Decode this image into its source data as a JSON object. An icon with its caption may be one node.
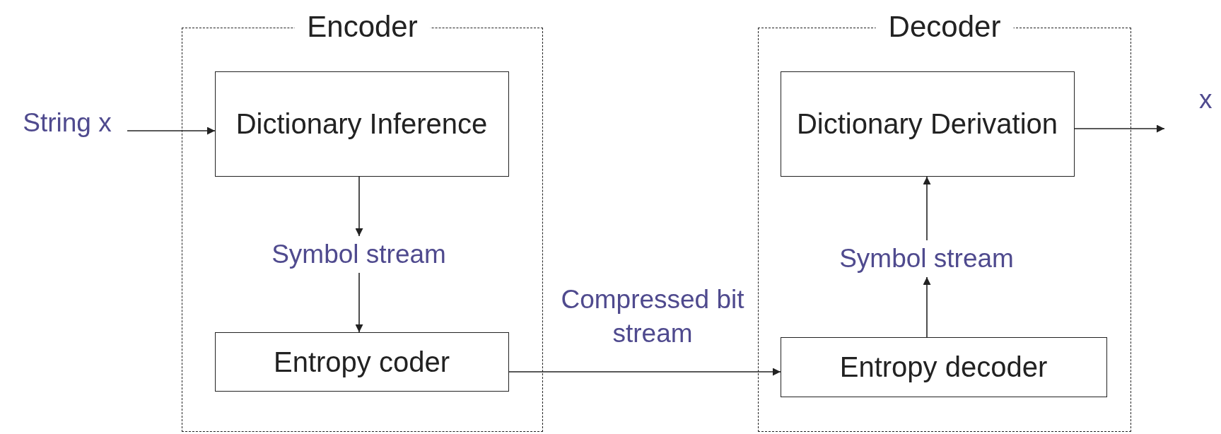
{
  "diagram": {
    "nodes": [
      {
        "text": [
          "Encoder"
        ]
      },
      {
        "text": [
          "Dictionary Inference"
        ],
        "in": 0
      },
      {
        "text": [
          "Symbol stream"
        ],
        "in": 0
      },
      {
        "text": [
          "Entropy coder"
        ],
        "in": 0
      },
      {
        "text": [
          "Decoder"
        ]
      },
      {
        "text": [
          "Dictionary Derivation"
        ],
        "in": 4
      },
      {
        "text": [
          "Symbol stream"
        ],
        "in": 4
      },
      {
        "text": [
          "Entropy decoder"
        ],
        "in": 4
      },
      {
        "text": [
          "String x"
        ]
      }
    ],
    "edges": [
      {
        "from": 8,
        "to": 1,
        "arrow": "to"
      },
      {
        "from": 1,
        "to": 2,
        "arrow": "to"
      },
      {
        "from": 2,
        "to": 3,
        "arrow": "to"
      },
      {
        "from": 3,
        "to": 7,
        "arrow": "to",
        "label": "Compressed bit stream"
      },
      {
        "from": 7,
        "to": 6,
        "arrow": "to"
      },
      {
        "from": 6,
        "to": 5,
        "arrow": "to"
      },
      {
        "from": 5,
        "to": null,
        "arrow": "to"
      }
    ],
    "labels": [
      "x"
    ]
  }
}
